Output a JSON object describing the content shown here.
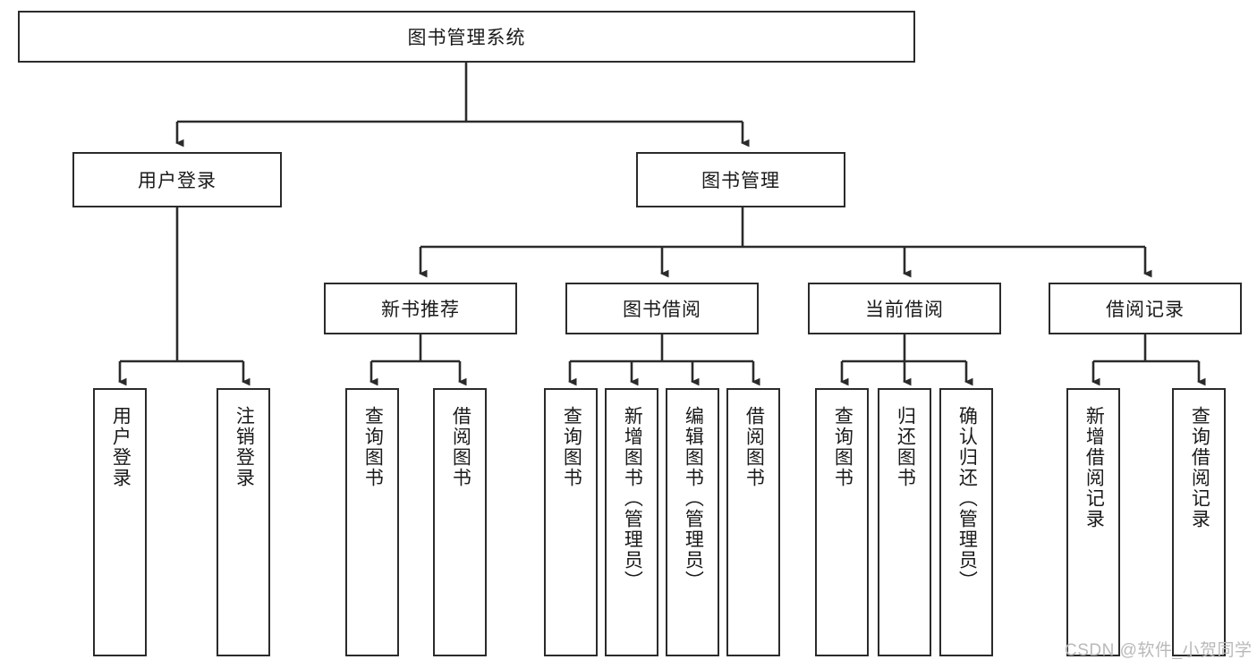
{
  "diagram": {
    "title": "图书管理系统",
    "watermark": "CSDN @软件_小贺同学",
    "line_color": "#2b2b2b",
    "box_fill": "#ffffff",
    "text_color": "#1a1a1a",
    "root": {
      "label": "图书管理系统"
    },
    "level2": [
      {
        "label": "用户登录"
      },
      {
        "label": "图书管理"
      }
    ],
    "level3": [
      {
        "label": "新书推荐"
      },
      {
        "label": "图书借阅"
      },
      {
        "label": "当前借阅"
      },
      {
        "label": "借阅记录"
      }
    ],
    "leaves": {
      "user_login": [
        {
          "label": "用户登录"
        },
        {
          "label": "注销登录"
        }
      ],
      "new_book_recommend": [
        {
          "label": "查询图书"
        },
        {
          "label": "借阅图书"
        }
      ],
      "book_borrow": [
        {
          "label": "查询图书"
        },
        {
          "label": "新增图书（管理员）"
        },
        {
          "label": "编辑图书（管理员）"
        },
        {
          "label": "借阅图书"
        }
      ],
      "current_borrow": [
        {
          "label": "查询图书"
        },
        {
          "label": "归还图书"
        },
        {
          "label": "确认归还（管理员）"
        }
      ],
      "borrow_record": [
        {
          "label": "新增借阅记录"
        },
        {
          "label": "查询借阅记录"
        }
      ]
    }
  }
}
